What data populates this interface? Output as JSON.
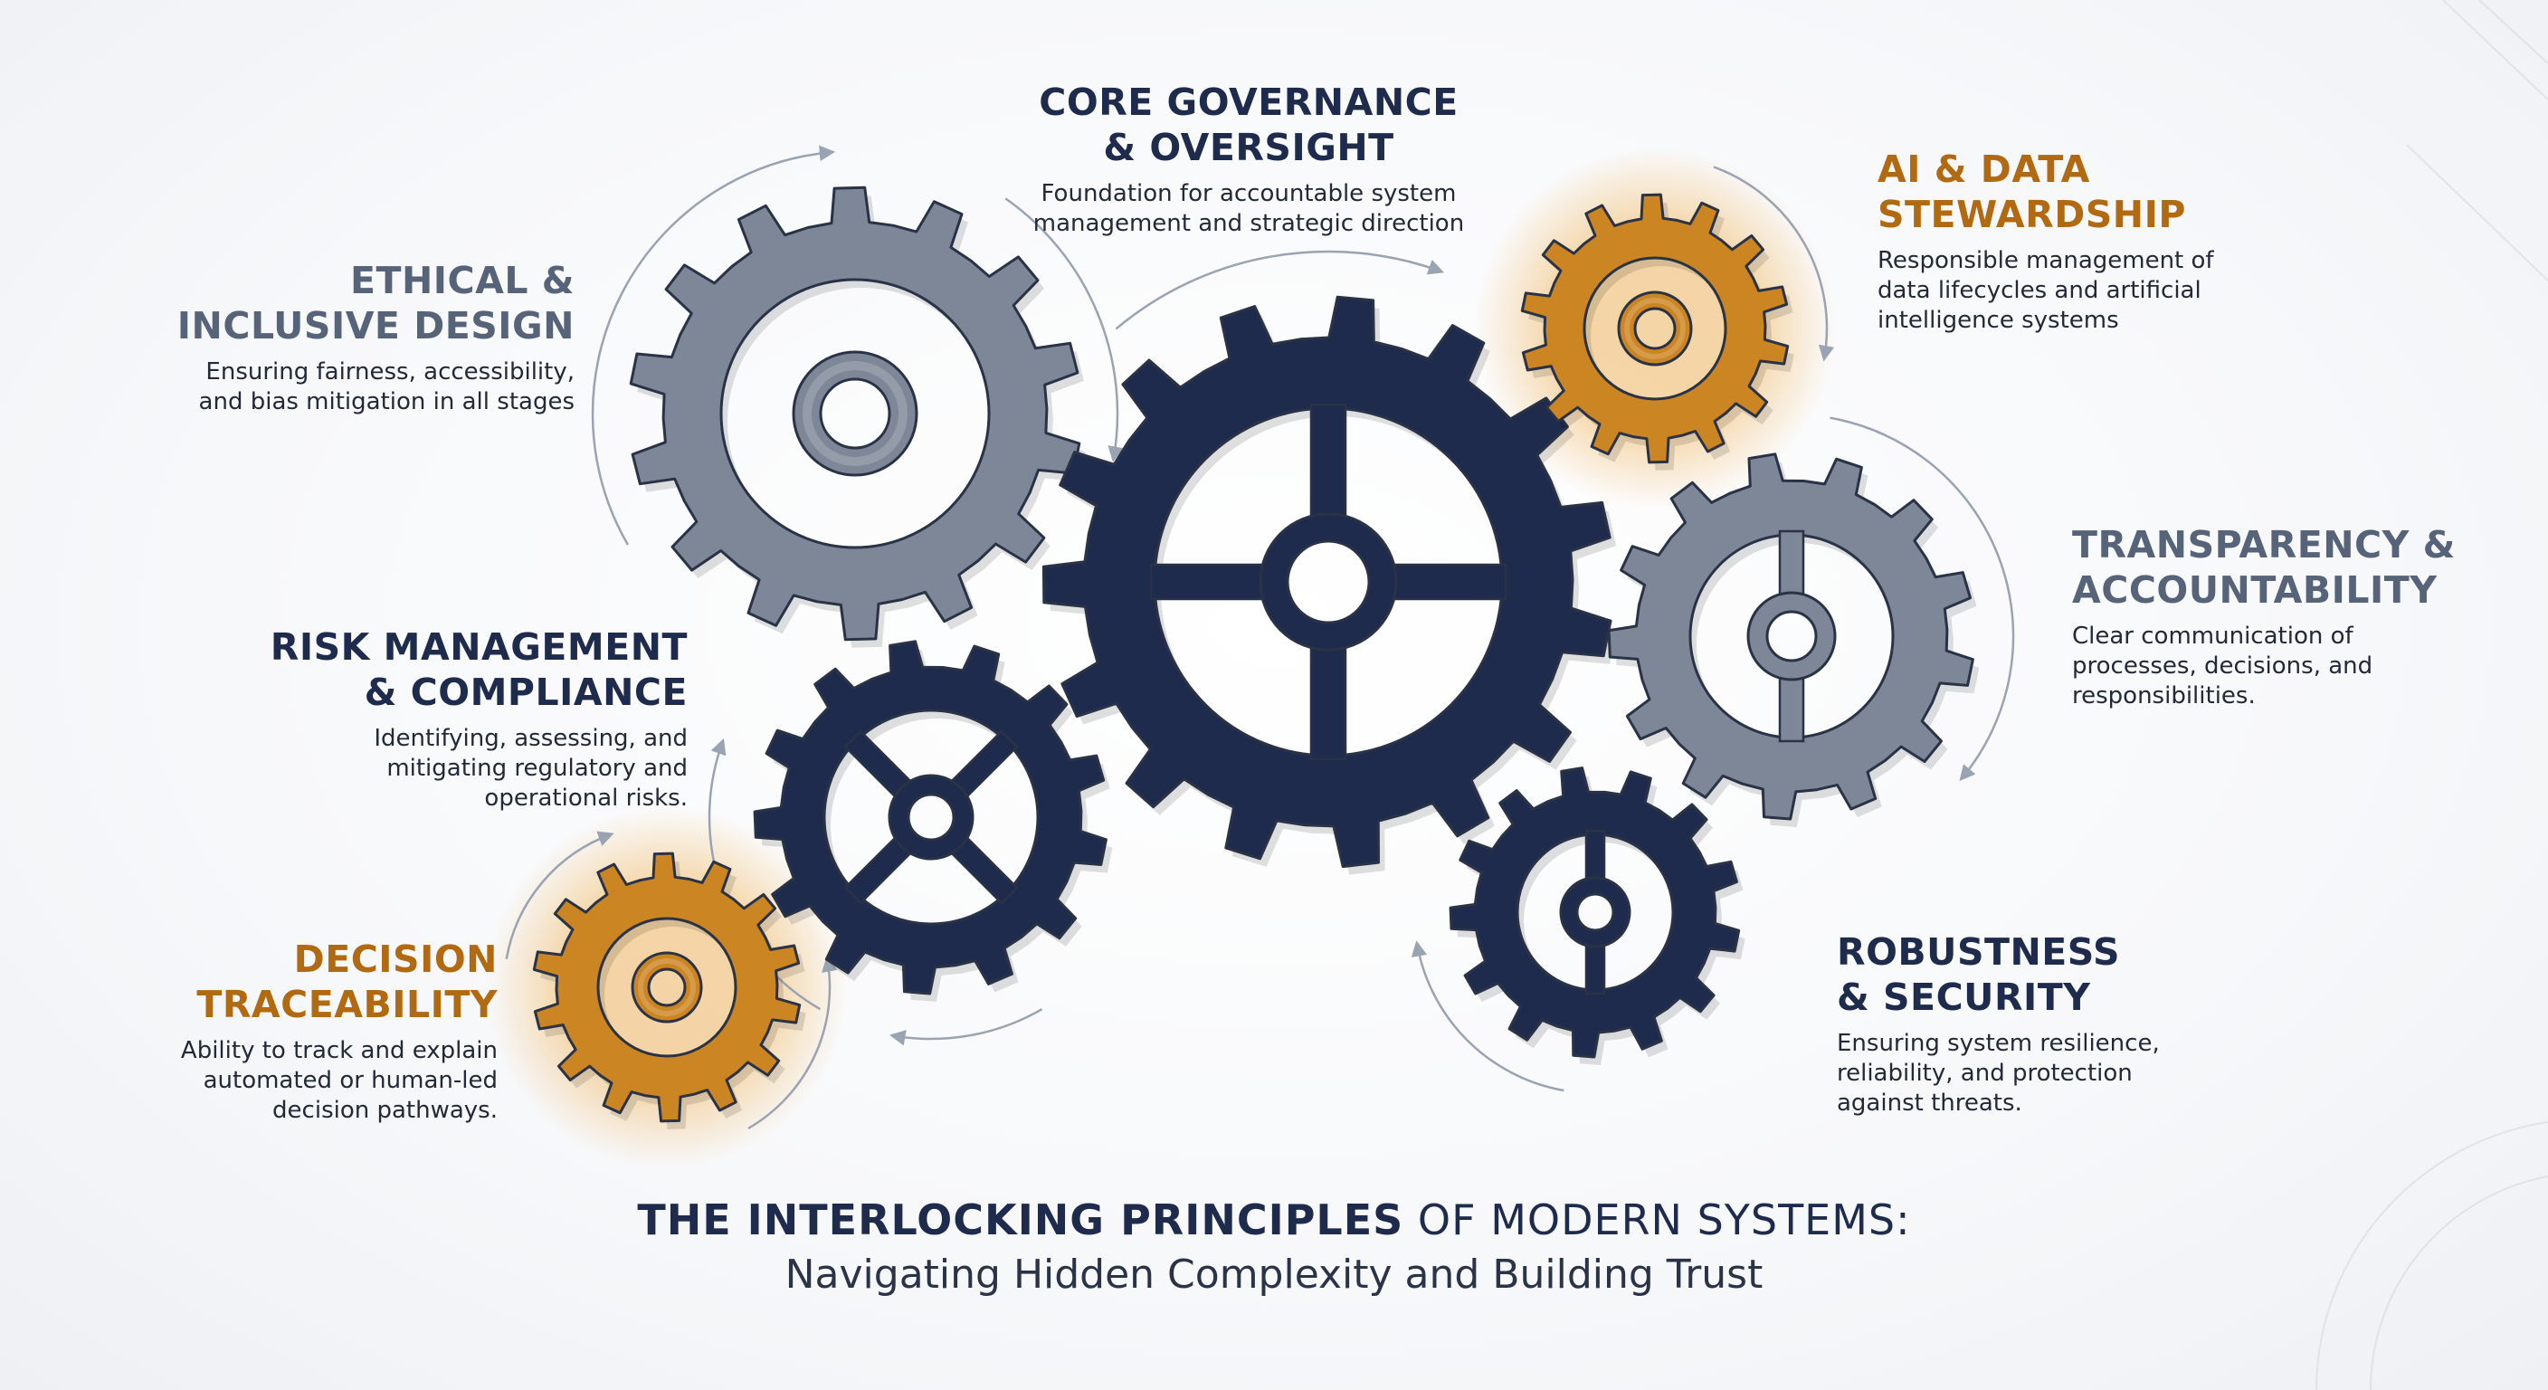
{
  "principles": {
    "core": {
      "title_lines": [
        "CORE GOVERNANCE",
        "& OVERSIGHT"
      ],
      "desc_lines": [
        "Foundation for accountable system",
        "management and strategic direction"
      ]
    },
    "ethical": {
      "title_lines": [
        "ETHICAL &",
        "INCLUSIVE DESIGN"
      ],
      "desc_lines": [
        "Ensuring fairness, accessibility,",
        "and bias mitigation in all stages"
      ]
    },
    "ai_data": {
      "title_lines": [
        "AI & DATA",
        "STEWARDSHIP"
      ],
      "desc_lines": [
        "Responsible management of",
        "data lifecycles and artificial",
        "intelligence systems"
      ]
    },
    "transparency": {
      "title_lines": [
        "TRANSPARENCY &",
        "ACCOUNTABILITY"
      ],
      "desc_lines": [
        "Clear communication of",
        "processes, decisions, and",
        "responsibilities."
      ]
    },
    "risk": {
      "title_lines": [
        "RISK MANAGEMENT",
        "& COMPLIANCE"
      ],
      "desc_lines": [
        "Identifying, assessing, and",
        "mitigating regulatory and",
        "operational risks."
      ]
    },
    "decision": {
      "title_lines": [
        "DECISION",
        "TRACEABILITY"
      ],
      "desc_lines": [
        "Ability to track and explain",
        "automated or human-led",
        "decision pathways."
      ]
    },
    "robustness": {
      "title_lines": [
        "ROBUSTNESS",
        "& SECURITY"
      ],
      "desc_lines": [
        "Ensuring system resilience,",
        "reliability, and protection",
        "against threats."
      ]
    }
  },
  "caption": {
    "bold": "THE INTERLOCKING PRINCIPLES",
    "rest": " OF MODERN SYSTEMS:",
    "subtitle": "Navigating Hidden Complexity and Building Trust"
  },
  "colors": {
    "navy": "#1e2b4d",
    "slate": "#7d8798",
    "amber": "#cc8523",
    "arrow": "#9aa3b2"
  }
}
